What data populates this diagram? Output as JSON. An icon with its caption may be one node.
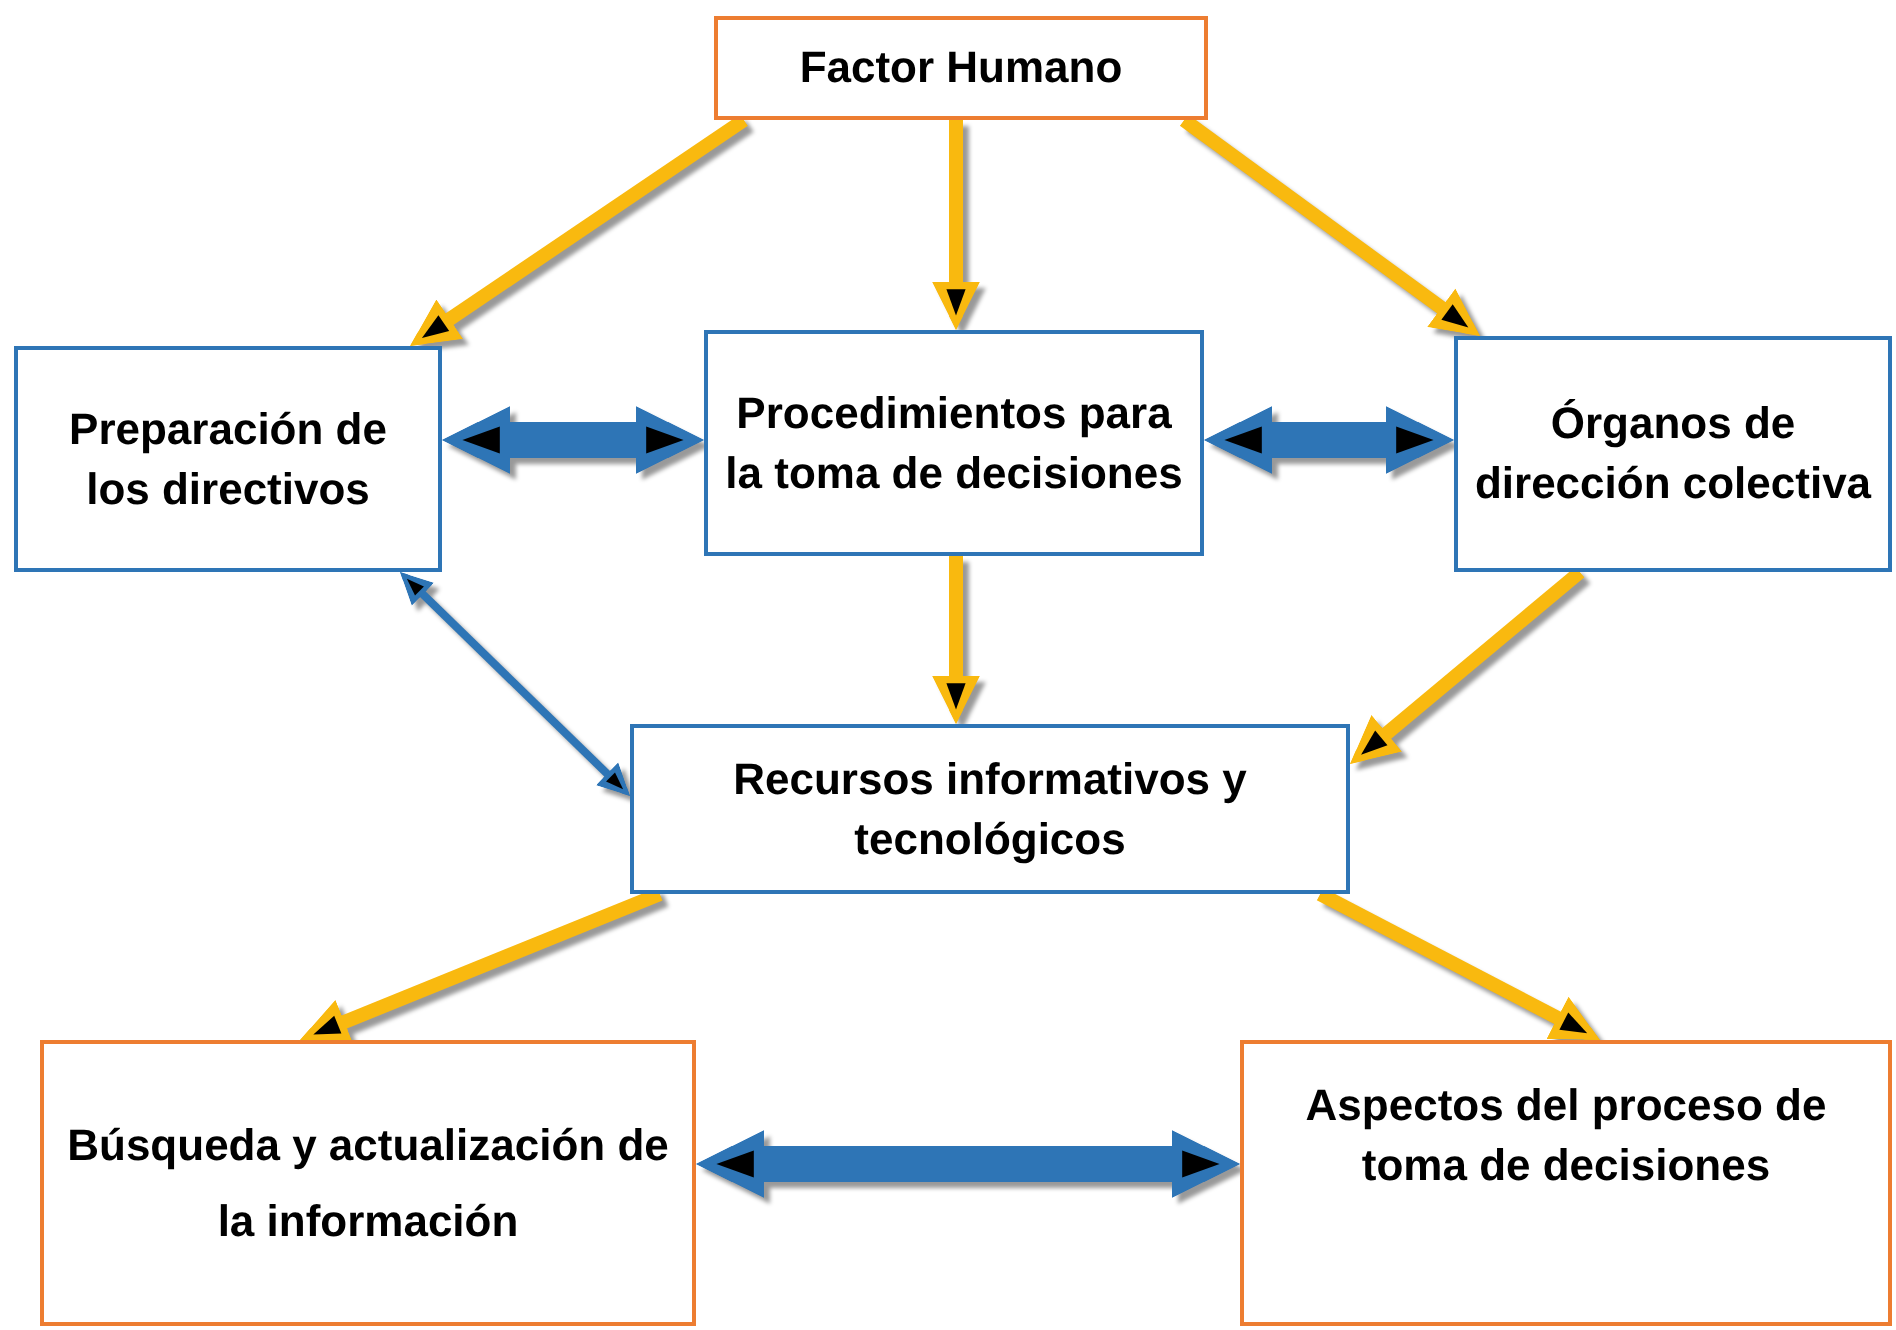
{
  "diagram": {
    "nodes": [
      {
        "text": [
          "Factor Humano"
        ]
      },
      {
        "text": [
          "Preparación de los directivos"
        ]
      },
      {
        "text": [
          "Procedimientos para la toma de decisiones"
        ]
      },
      {
        "text": [
          "Órganos de dirección colectiva"
        ]
      },
      {
        "text": [
          "Recursos informativos y tecnológicos"
        ]
      },
      {
        "text": [
          "Búsqueda y actualización de la información"
        ]
      },
      {
        "text": [
          "Aspectos del proceso de toma de decisiones"
        ]
      }
    ],
    "edges": [
      {
        "from": 0,
        "to": 1,
        "arrow": "to"
      },
      {
        "from": 0,
        "to": 2,
        "arrow": "to"
      },
      {
        "from": 0,
        "to": 3,
        "arrow": "to"
      },
      {
        "from": 1,
        "to": 2,
        "arrow": "both",
        "style": "thick",
        "color": "#2e75b6"
      },
      {
        "from": 2,
        "to": 3,
        "arrow": "both",
        "style": "thick",
        "color": "#2e75b6"
      },
      {
        "from": 1,
        "to": 4,
        "arrow": "both",
        "color": "#2e75b6"
      },
      {
        "from": 2,
        "to": 4,
        "arrow": "to"
      },
      {
        "from": 3,
        "to": 4,
        "arrow": "to"
      },
      {
        "from": 4,
        "to": 5,
        "arrow": "to"
      },
      {
        "from": 4,
        "to": 6,
        "arrow": "to"
      },
      {
        "from": 5,
        "to": 6,
        "arrow": "both",
        "style": "thick",
        "color": "#2e75b6"
      }
    ]
  }
}
